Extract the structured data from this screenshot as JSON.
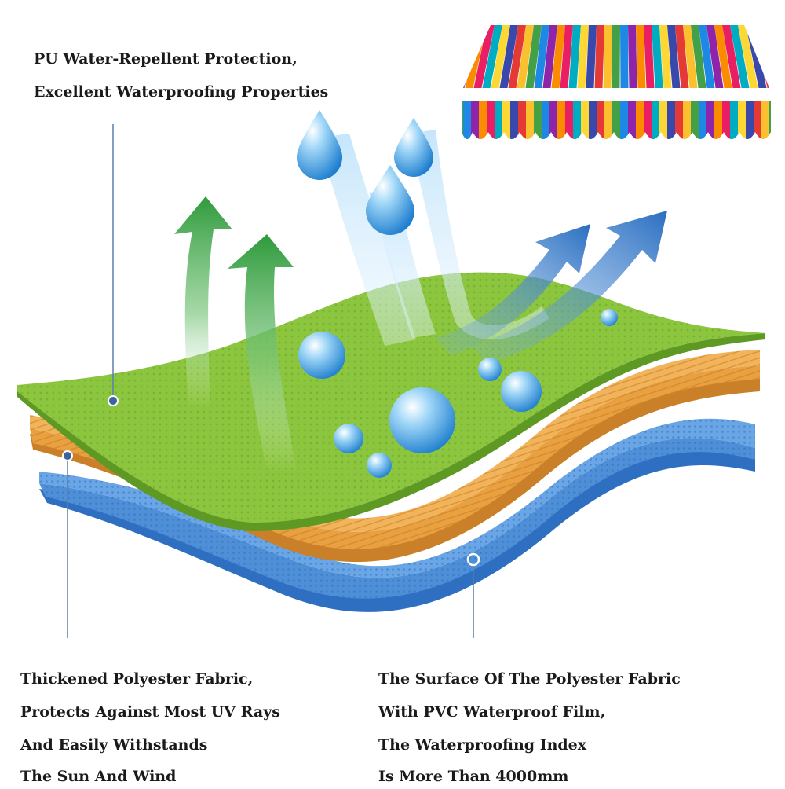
{
  "top_label": {
    "line1": "PU Water-Repellent Protection,",
    "line2": "Excellent Waterproofing Properties"
  },
  "left_label": {
    "line1": "Thickened Polyester Fabric,",
    "line2": "Protects Against Most UV Rays",
    "line3": "And Easily Withstands",
    "line4": "The Sun And Wind"
  },
  "right_label": {
    "line1": "The Surface Of The Polyester Fabric",
    "line2": "With PVC Waterproof Film,",
    "line3": "The Waterproofing Index",
    "line4": "Is More Than 4000mm"
  },
  "colors": {
    "green_layer": "#8cc63f",
    "orange_layer": "#e8a040",
    "blue_layer": "#4f8fd8",
    "green_arrow": "#2e9a3c",
    "blue_arrow": "#2a6ec0",
    "water_drop": "#3d9de0",
    "leader_line": "#5a7fa8"
  },
  "awning_stripes": [
    "#e53935",
    "#fbc02d",
    "#43a047",
    "#1e88e5",
    "#8e24aa",
    "#fb8c00",
    "#e91e63",
    "#00acc1",
    "#fdd835",
    "#3949ab"
  ]
}
